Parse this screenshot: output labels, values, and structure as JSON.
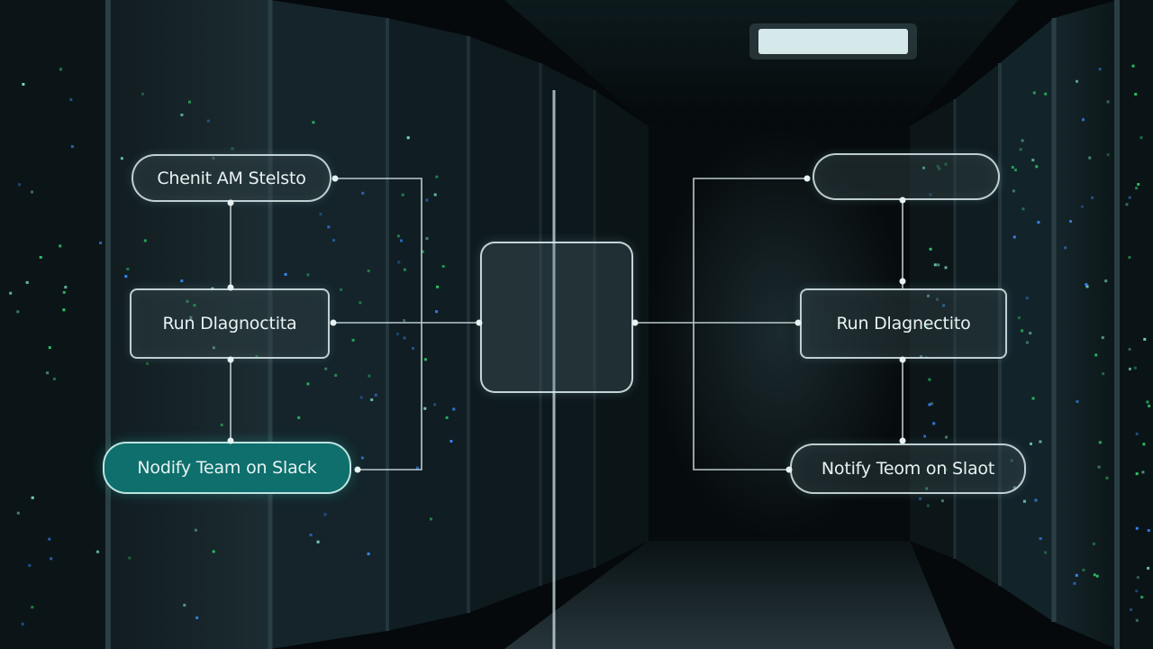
{
  "diagram": {
    "left": {
      "check_node": "Chenit AM Stelsto",
      "diagnostics_node": "Run Dlagnoctita",
      "notify_node": "Nodify Team on Slack"
    },
    "right": {
      "top_node": "",
      "diagnostics_node": "Run Dlagnectito",
      "notify_node": "Notify Teom on Slaot"
    },
    "hub": {}
  },
  "colors": {
    "background": "#05090b",
    "node_stroke": "#dcecee",
    "active_node_fill": "#0e6f6c",
    "server_led_green": "#2fd06a",
    "server_led_blue": "#3a8cff",
    "aisle_light": "#e6f4f6"
  }
}
